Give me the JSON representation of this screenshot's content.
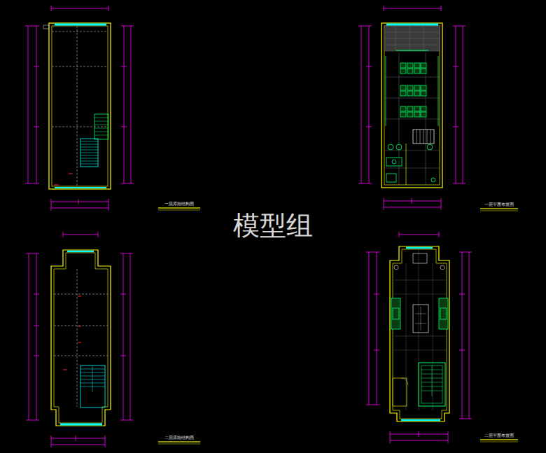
{
  "diagram": {
    "labels": [
      "一层原始结构图",
      "一层平面布置图",
      "模型组",
      "二层原始结构图",
      "二层平面布置图"
    ]
  }
}
